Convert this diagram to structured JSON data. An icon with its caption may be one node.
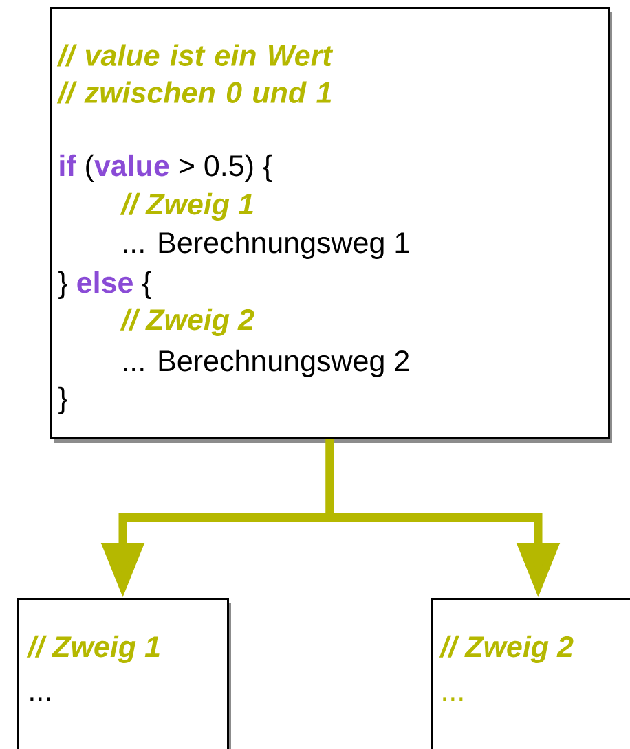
{
  "diagram": {
    "nodes": [
      {
        "text": [
          "// value ist ein Wert // zwischen 0 und 1",
          "**if** (**value** > 0.5) {",
          "// Zweig 1",
          "... Berechnungsweg 1",
          "} **else** {",
          "// Zweig 2",
          "... Berechnungsweg 2",
          "}"
        ]
      },
      {
        "text": [
          "// Zweig 1",
          "..."
        ]
      },
      {
        "text": [
          "// Zweig 2",
          "..."
        ]
      }
    ],
    "edges": [
      {
        "from": 0,
        "to": 1,
        "arrow": "to"
      },
      {
        "from": 0,
        "to": 2,
        "arrow": "to"
      }
    ]
  }
}
